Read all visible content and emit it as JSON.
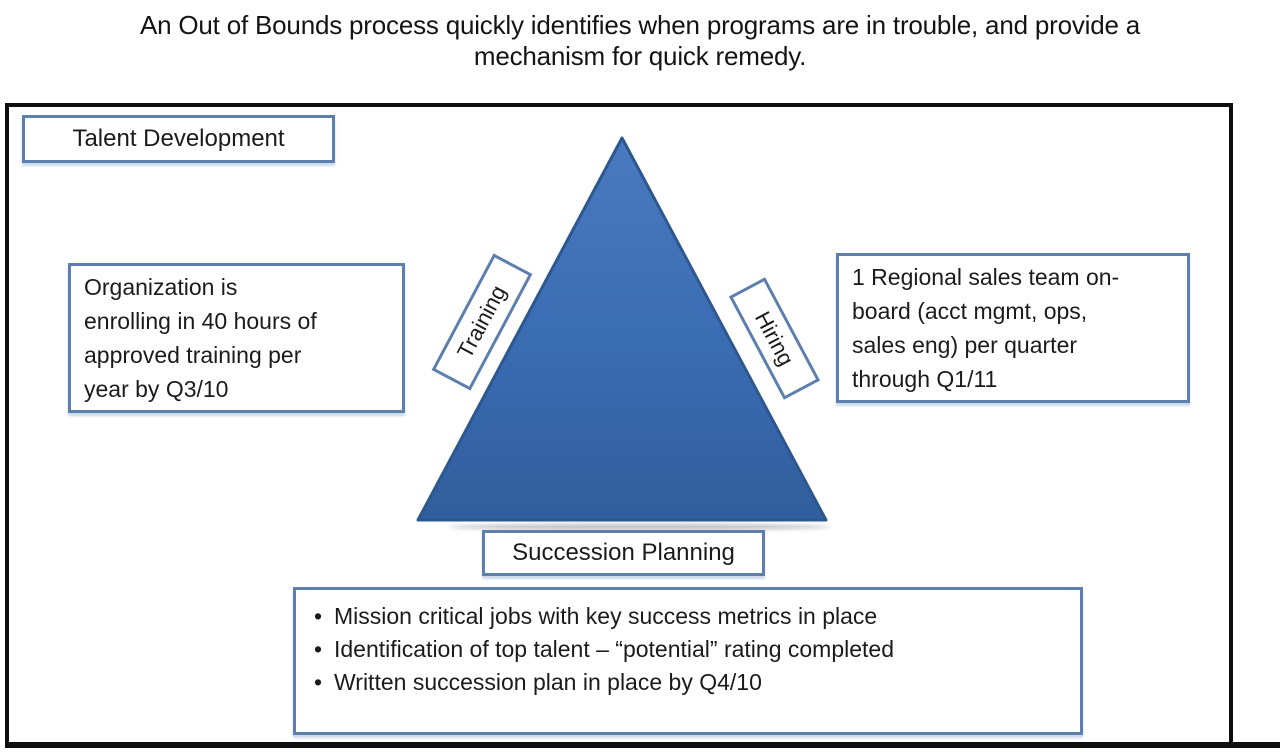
{
  "title": "An Out of Bounds process quickly identifies when programs are in trouble, and provide a\nmechanism for quick remedy.",
  "diagram": {
    "header_label": "Talent Development",
    "left_note": "Organization is\nenrolling in 40 hours of\napproved training per\nyear by Q3/10",
    "right_note": "1 Regional sales team on-\nboard (acct mgmt, ops,\nsales eng) per quarter\nthrough Q1/11",
    "triangle": {
      "left_side_label": "Training",
      "right_side_label": "Hiring",
      "base_label": "Succession Planning",
      "fill_top": "#4a7abf",
      "fill_mid": "#3a6cb3",
      "fill_bottom": "#305e9d",
      "stroke": "#2c588f"
    },
    "bullet_char": "•",
    "succession_bullets": [
      "Mission critical jobs with key success metrics in place",
      "Identification of top talent – “potential” rating completed",
      "Written succession plan in place by Q4/10"
    ],
    "accent_border": "#5d7fae",
    "frame_color": "#0e0e0e"
  }
}
